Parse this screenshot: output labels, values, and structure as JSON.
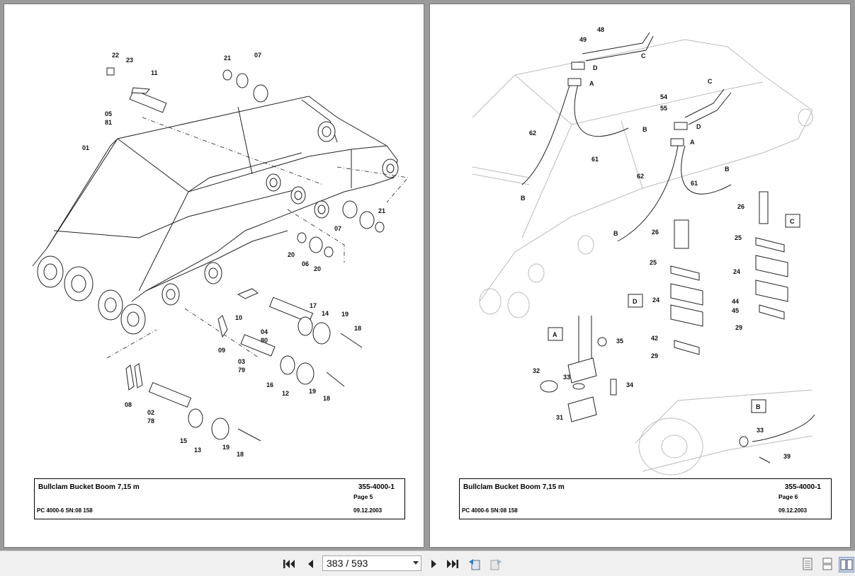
{
  "viewer": {
    "current_page": "383",
    "total_pages": "593",
    "page_display": "383 / 593",
    "icons": [
      "first-page-icon",
      "prev-page-icon",
      "next-page-icon",
      "last-page-icon",
      "previous-view-icon",
      "next-view-icon",
      "single-page-view-icon",
      "continuous-view-icon",
      "two-page-view-icon"
    ]
  },
  "left_page": {
    "title": "Bullclam Bucket Boom 7,15 m",
    "doc_number": "355-4000-1",
    "page_label": "Page 5",
    "model": "PC 4000-6 SN:08 158",
    "date": "09.12.2003",
    "callouts": [
      "22",
      "23",
      "11",
      "21",
      "07",
      "05",
      "81",
      "01",
      "07",
      "21",
      "20",
      "06",
      "20",
      "10",
      "17",
      "14",
      "19",
      "18",
      "04",
      "80",
      "09",
      "03",
      "79",
      "16",
      "12",
      "19",
      "18",
      "08",
      "02",
      "78",
      "15",
      "13",
      "19",
      "18"
    ]
  },
  "right_page": {
    "title": "Bullclam Bucket Boom 7,15 m",
    "doc_number": "355-4000-1",
    "page_label": "Page 6",
    "model": "PC 4000-6 SN:08 158",
    "date": "09.12.2003",
    "callouts": [
      "48",
      "49",
      "D",
      "C",
      "A",
      "C",
      "54",
      "55",
      "D",
      "A",
      "62",
      "B",
      "61",
      "B",
      "62",
      "61",
      "B",
      "26",
      "25",
      "C",
      "26",
      "25",
      "24",
      "D",
      "24",
      "44",
      "45",
      "29",
      "A",
      "35",
      "42",
      "29",
      "32",
      "33",
      "34",
      "31",
      "B",
      "33",
      "39"
    ],
    "detail_labels": [
      "A",
      "B",
      "C",
      "D"
    ]
  }
}
